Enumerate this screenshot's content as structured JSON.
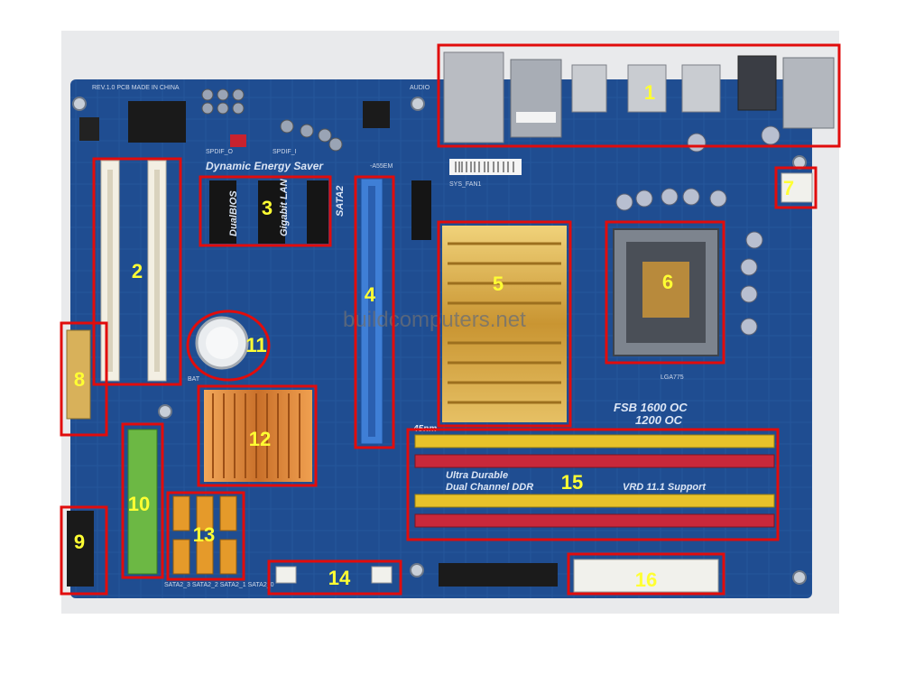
{
  "board": {
    "rev_label": "REV.1.0  PCB MADE IN CHINA",
    "audio_label": "AUDIO",
    "spdif_label": "SPDIF_O",
    "spdif_i_label": "SPDIF_I",
    "energy_label": "Dynamic Energy Saver",
    "model_label": "-A55EM",
    "dualbios_label": "DualBIOS",
    "gigabit_label": "Gigabit LAN",
    "sata2_label": "SATA2",
    "sys_fan1_label": "SYS_FAN1",
    "bat_label": "BAT",
    "lga_label": "LGA775",
    "fsb_line1": "FSB 1600 OC",
    "fsb_line2": "1200 OC",
    "nm_label": "45nm",
    "ram_line1": "Ultra Durable",
    "ram_line2": "Dual Channel DDR",
    "ram_line3": "VRD 11.1 Support",
    "sata_ports_label": "SATA2_3  SATA2_2  SATA2_1  SATA2_0",
    "watermark": "buildcomputers.net"
  },
  "callouts": [
    {
      "id": "1",
      "label": "1"
    },
    {
      "id": "2",
      "label": "2"
    },
    {
      "id": "3",
      "label": "3"
    },
    {
      "id": "4",
      "label": "4"
    },
    {
      "id": "5",
      "label": "5"
    },
    {
      "id": "6",
      "label": "6"
    },
    {
      "id": "7",
      "label": "7"
    },
    {
      "id": "8",
      "label": "8"
    },
    {
      "id": "9",
      "label": "9"
    },
    {
      "id": "10",
      "label": "10"
    },
    {
      "id": "11",
      "label": "11"
    },
    {
      "id": "12",
      "label": "12"
    },
    {
      "id": "13",
      "label": "13"
    },
    {
      "id": "14",
      "label": "14"
    },
    {
      "id": "15",
      "label": "15"
    },
    {
      "id": "16",
      "label": "16"
    }
  ],
  "colors": {
    "pcb": "#1d4a8c",
    "callout_box": "#e10c0c",
    "callout_number": "#ffff33",
    "heatsink_gold": "#d7a53c",
    "heatsink_copper": "#d9843c",
    "dimm_yellow": "#e8c22a",
    "dimm_red": "#c9283a",
    "pcie_blue": "#3f7fd6",
    "sata_orange": "#e59a2a",
    "ide_green": "#6cb844"
  }
}
